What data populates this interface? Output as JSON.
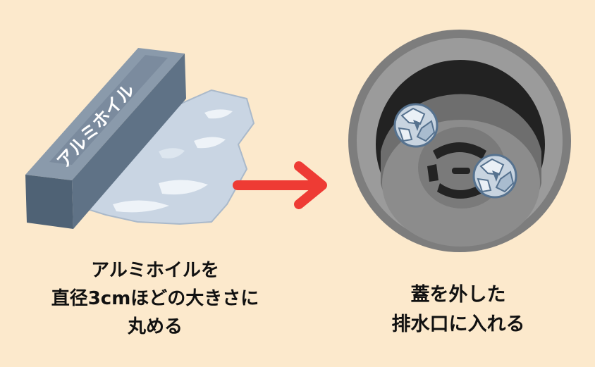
{
  "foil_box": {
    "label": "アルミホイル"
  },
  "step_left": {
    "lines": [
      "アルミホイルを",
      "直径3cmほどの大きさに",
      "丸める"
    ]
  },
  "step_right": {
    "lines": [
      "蓋を外した",
      "排水口に入れる"
    ]
  },
  "colors": {
    "background": "#fce9cc",
    "arrow": "#ee3b34",
    "drain_outer": "#7d7d7d",
    "drain_rim": "#9b9b9b",
    "drain_inner": "#222222",
    "foil_box_top": "#8a9aab",
    "foil_box_side": "#4f6275",
    "foil_sheet": "#c9d5e3"
  },
  "icons": [
    "arrow-right-icon",
    "aluminum-foil-roll-icon",
    "sink-drain-icon",
    "foil-ball-icon"
  ]
}
